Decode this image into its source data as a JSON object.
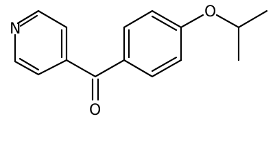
{
  "molecule": {
    "atoms": {
      "nitrogen": "N",
      "carbonyl_oxygen": "O",
      "ether_oxygen": "O"
    },
    "colors": {
      "bond": "#000000",
      "background": "#ffffff"
    }
  }
}
